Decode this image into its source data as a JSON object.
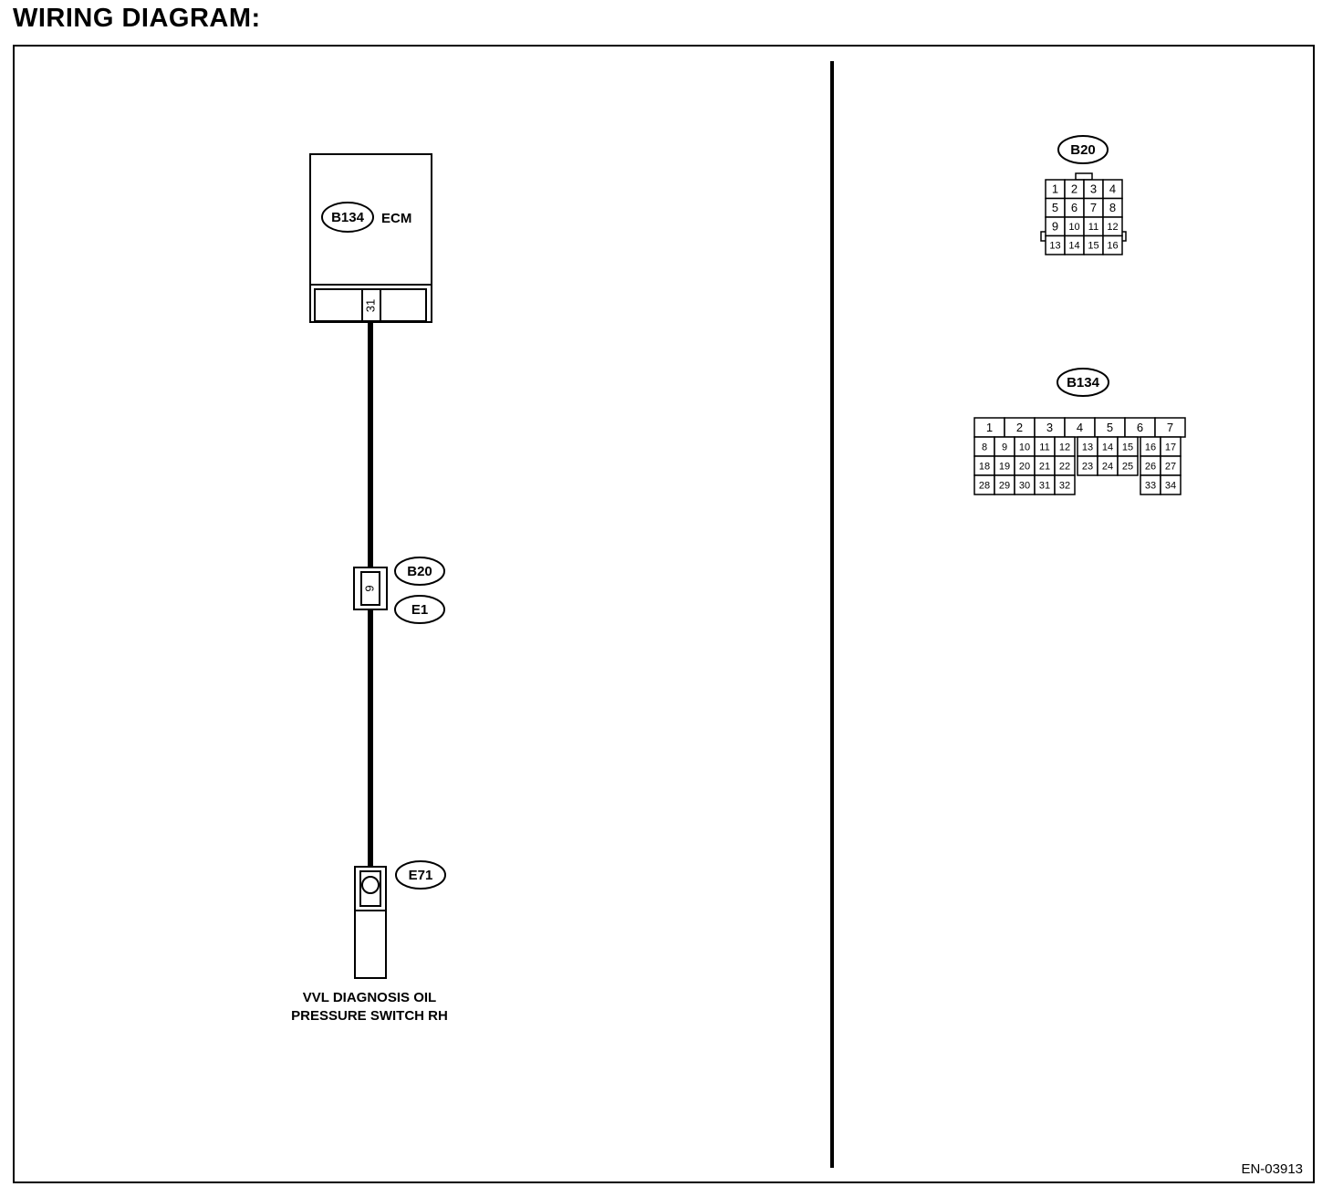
{
  "title": "WIRING DIAGRAM:",
  "figure_code": "EN-03913",
  "ecm": {
    "connector": "B134",
    "label": "ECM",
    "terminal": "31"
  },
  "junction": {
    "upper_connector": "B20",
    "lower_connector": "E1",
    "terminal": "9"
  },
  "switch": {
    "connector": "E71",
    "label_line1": "VVL DIAGNOSIS OIL",
    "label_line2": "PRESSURE SWITCH RH"
  },
  "connector_b20": {
    "name": "B20",
    "rows": [
      [
        "1",
        "2",
        "3",
        "4"
      ],
      [
        "5",
        "6",
        "7",
        "8"
      ],
      [
        "9",
        "10",
        "11",
        "12"
      ],
      [
        "13",
        "14",
        "15",
        "16"
      ]
    ]
  },
  "connector_b134": {
    "name": "B134",
    "row1": [
      "1",
      "2",
      "3",
      "4",
      "5",
      "6",
      "7"
    ],
    "row2": [
      "8",
      "9",
      "10",
      "11",
      "12",
      "13",
      "14",
      "15",
      "16",
      "17"
    ],
    "row3": [
      "18",
      "19",
      "20",
      "21",
      "22",
      "23",
      "24",
      "25",
      "26",
      "27"
    ],
    "row4_left": [
      "28",
      "29",
      "30",
      "31",
      "32"
    ],
    "row4_right": [
      "33",
      "34"
    ]
  }
}
